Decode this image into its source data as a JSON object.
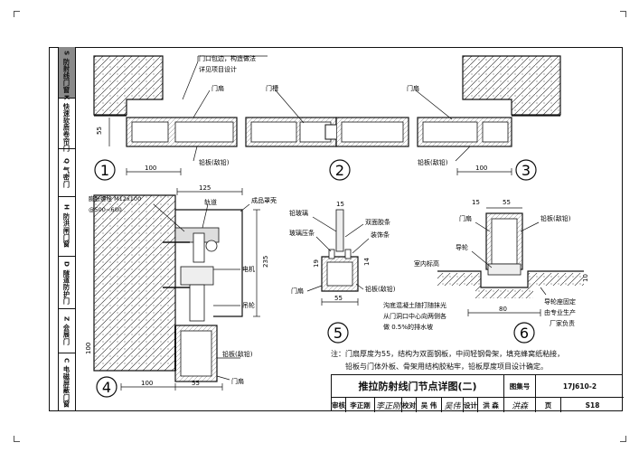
{
  "sidebar": {
    "items": [
      {
        "label": "S 防射线门窗",
        "active": true
      },
      {
        "label": "K 快速软质卷帘门",
        "active": false
      },
      {
        "label": "Q 气密门",
        "active": false
      },
      {
        "label": "H 防洪闸门窗",
        "active": false
      },
      {
        "label": "D 隧道防护门",
        "active": false
      },
      {
        "label": "Z 会展门",
        "active": false
      },
      {
        "label": "C 电磁屏蔽门窗",
        "active": false
      }
    ]
  },
  "detail_1": {
    "number": "1",
    "note_line1": "门口包边，构造做法",
    "note_line2": "详见项目设计",
    "label_door": "门扇",
    "label_lead": "铅板(敌铅)",
    "dim_55": "55",
    "dim_100": "100"
  },
  "detail_2": {
    "number": "2",
    "label_slot": "门槽"
  },
  "detail_3": {
    "number": "3",
    "label_door": "门扇",
    "label_lead": "铅板(敌铅)",
    "dim_100": "100"
  },
  "detail_4": {
    "number": "4",
    "label_bolt": "膨胀螺栓 M12x100",
    "label_spacing": "@500~600",
    "label_rail": "轨道",
    "label_cover": "成品罩壳",
    "label_motor": "电机",
    "label_hanger": "吊轮",
    "label_lead": "铅板(敌铅)",
    "label_door": "门扇",
    "dim_125": "125",
    "dim_235": "235",
    "dim_100_v": "100",
    "dim_100": "100",
    "dim_55": "55"
  },
  "detail_5": {
    "number": "5",
    "label_glass": "铅玻璃",
    "label_bead": "玻璃压条",
    "label_tape": "双面胶条",
    "label_trim": "装饰条",
    "label_door": "门扇",
    "label_lead": "铅板(敌铅)",
    "dim_15": "15",
    "dim_19": "19",
    "dim_14": "14",
    "dim_55": "55"
  },
  "detail_6": {
    "number": "6",
    "label_door": "门扇",
    "label_lead": "铅板(敌铅)",
    "label_guide": "导轮",
    "label_floor": "室内标高",
    "label_fix": "导轮座固定",
    "label_supplier_1": "由专业生产",
    "label_supplier_2": "厂家负责",
    "label_trench_1": "沟底混凝土随打随抹光",
    "label_trench_2": "从门洞口中心向两侧各",
    "label_trench_3": "做 0.5%的排水坡",
    "dim_15": "15",
    "dim_55": "55",
    "dim_80": "80",
    "dim_10": "10"
  },
  "notes": {
    "line1": "注：门扇厚度为55，结构为双面钢板，中间轻钢骨架，填充蜂窝纸粘接，",
    "line2": "铅板与门体外板、骨架用结构胶粘牢，铅板厚度项目设计确定。"
  },
  "title_block": {
    "title": "推拉防射线门节点详图(二)",
    "atlas_label": "图集号",
    "atlas_no": "17J610-2",
    "review_label": "审核",
    "reviewer": "李正刚",
    "reviewer_sig": "李正刚",
    "check_label": "校对",
    "checker": "吴 伟",
    "checker_sig": "吴伟",
    "design_label": "设计",
    "designer": "洪 森",
    "designer_sig": "洪森",
    "page_label": "页",
    "page_no": "S18"
  }
}
